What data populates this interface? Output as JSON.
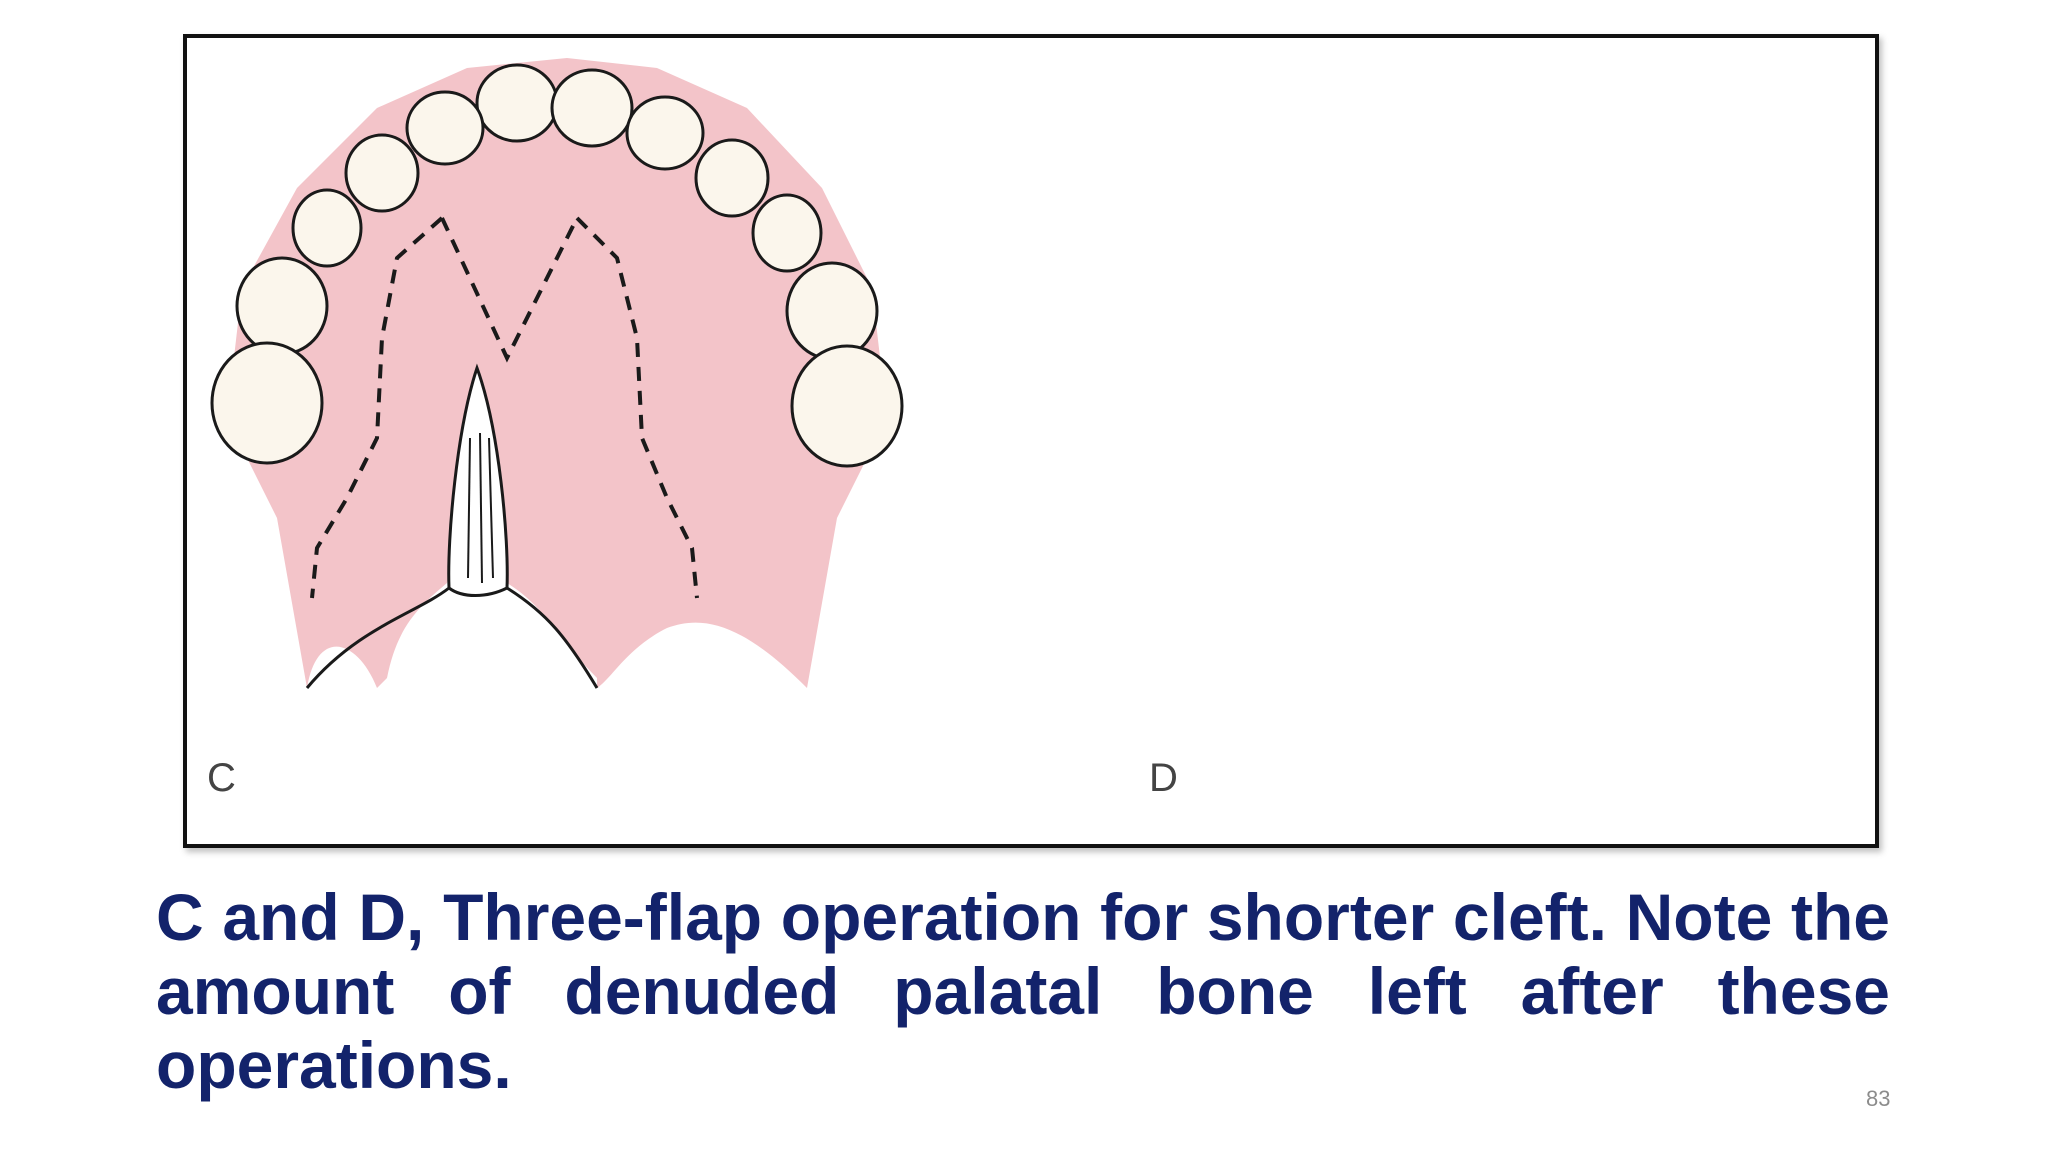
{
  "figure": {
    "panels": [
      {
        "label": "C"
      },
      {
        "label": "D"
      }
    ],
    "colors": {
      "palate": "#f3c4c9",
      "tooth": "#fbf6ec",
      "outline": "#1a1a1a",
      "denuded_bone": "#e9e3a8",
      "flap_edge": "#cf3a3f"
    }
  },
  "caption": "C and D, Three-flap operation for shorter cleft. Note the amount of denuded palatal bone left after these operations.",
  "slide_number": "83"
}
